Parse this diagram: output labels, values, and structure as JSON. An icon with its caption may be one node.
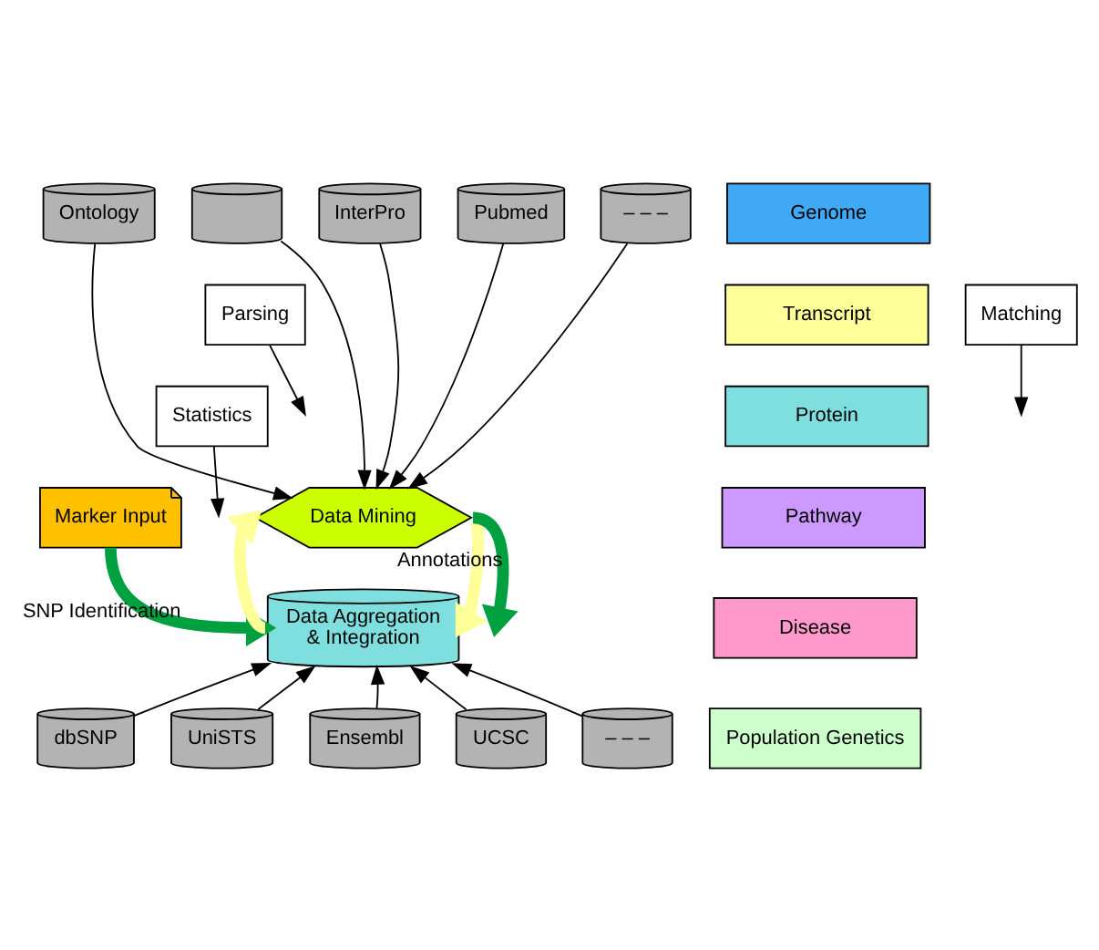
{
  "diagram": {
    "nodes": [
      {
        "text": [
          "Ontology"
        ]
      },
      {
        "text": [],
        "shape": "cylinder"
      },
      {
        "text": [
          "InterPro"
        ]
      },
      {
        "text": [
          "Pubmed"
        ]
      },
      {
        "text": [
          "– – –"
        ]
      },
      {
        "text": [
          "Parsing"
        ]
      },
      {
        "text": [
          "Matching"
        ]
      },
      {
        "text": [
          "Statistics"
        ]
      },
      {
        "text": [
          "Data Mining"
        ]
      },
      {
        "text": [
          "Marker Input"
        ]
      },
      {
        "text": [
          "Data Aggregation & Integration"
        ]
      },
      {
        "text": [
          "Genome"
        ]
      },
      {
        "text": [
          "Transcript"
        ]
      },
      {
        "text": [
          "Protein"
        ]
      },
      {
        "text": [
          "Pathway"
        ]
      },
      {
        "text": [
          "Disease"
        ]
      },
      {
        "text": [
          "Population Genetics"
        ]
      },
      {
        "text": [
          "dbSNP"
        ]
      },
      {
        "text": [
          "UniSTS"
        ]
      },
      {
        "text": [
          "Ensembl"
        ]
      },
      {
        "text": [
          "UCSC"
        ]
      },
      {
        "text": [
          "– – –"
        ]
      }
    ],
    "edges": [
      {
        "from": 0,
        "to": 8,
        "arrow": "to"
      },
      {
        "from": 1,
        "to": 8,
        "arrow": "to"
      },
      {
        "from": 2,
        "to": 8,
        "arrow": "to"
      },
      {
        "from": 3,
        "to": 8,
        "arrow": "to"
      },
      {
        "from": 4,
        "to": 8,
        "arrow": "to"
      },
      {
        "from": 5,
        "to": null,
        "arrow": "to"
      },
      {
        "from": 6,
        "to": null,
        "arrow": "to"
      },
      {
        "from": 7,
        "to": null,
        "arrow": "to"
      },
      {
        "from": 9,
        "to": 10,
        "arrow": "to",
        "label": "SNP Identification",
        "style": "thick",
        "color": "#00a040"
      },
      {
        "from": 10,
        "to": 8,
        "arrow": "to",
        "style": "thick",
        "color": "#ffff99"
      },
      {
        "from": 8,
        "to": 10,
        "arrow": "to",
        "style": "thick",
        "color": "#ffff99"
      },
      {
        "from": 8,
        "to": null,
        "arrow": "to",
        "label": "Annotations",
        "style": "thick",
        "color": "#00a040"
      },
      {
        "from": 17,
        "to": 10,
        "arrow": "to"
      },
      {
        "from": 18,
        "to": 10,
        "arrow": "to"
      },
      {
        "from": 19,
        "to": 10,
        "arrow": "to"
      },
      {
        "from": 20,
        "to": 10,
        "arrow": "to"
      },
      {
        "from": 21,
        "to": 10,
        "arrow": "to"
      }
    ]
  }
}
